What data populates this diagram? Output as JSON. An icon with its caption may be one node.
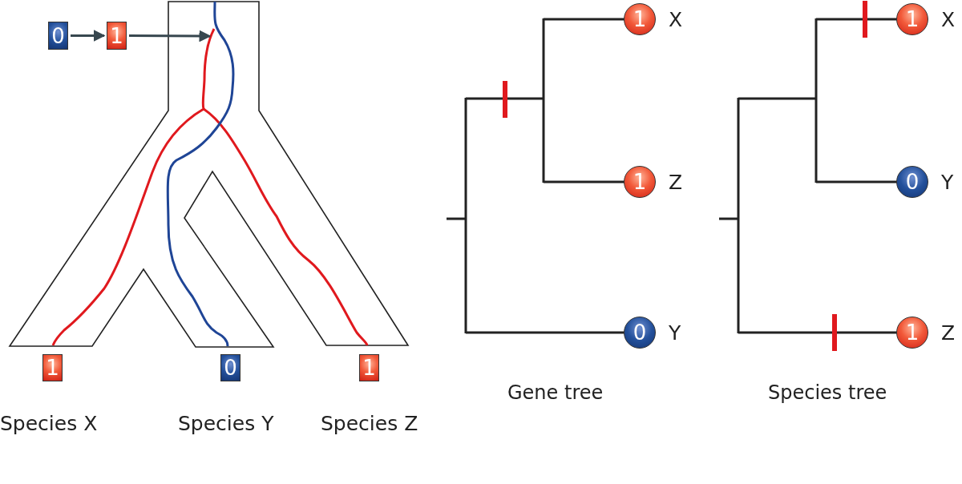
{
  "diagram": {
    "nodes": [
      {
        "text": [
          "0"
        ]
      },
      {
        "text": [
          "1"
        ]
      },
      {
        "text": [
          "1"
        ],
        "beside": [
          "Species X"
        ]
      },
      {
        "text": [
          "0"
        ],
        "beside": [
          "Species Y"
        ]
      },
      {
        "text": [
          "1"
        ],
        "beside": [
          "Species Z"
        ]
      },
      {
        "text": [
          "1"
        ],
        "beside": [
          "X"
        ]
      },
      {
        "text": [
          "1"
        ],
        "beside": [
          "Z"
        ]
      },
      {
        "text": [
          "0"
        ],
        "beside": [
          "Y"
        ]
      },
      {
        "text": [
          "1"
        ],
        "beside": [
          "X"
        ]
      },
      {
        "text": [
          "0"
        ],
        "beside": [
          "Y"
        ]
      },
      {
        "text": [
          "1"
        ],
        "beside": [
          "Z"
        ]
      }
    ],
    "edges": [
      {
        "from": 0,
        "to": 1,
        "arrow": "to"
      },
      {
        "from": 1,
        "to": null,
        "arrow": "to"
      }
    ],
    "labels": [
      "Gene tree",
      "Species tree"
    ]
  }
}
